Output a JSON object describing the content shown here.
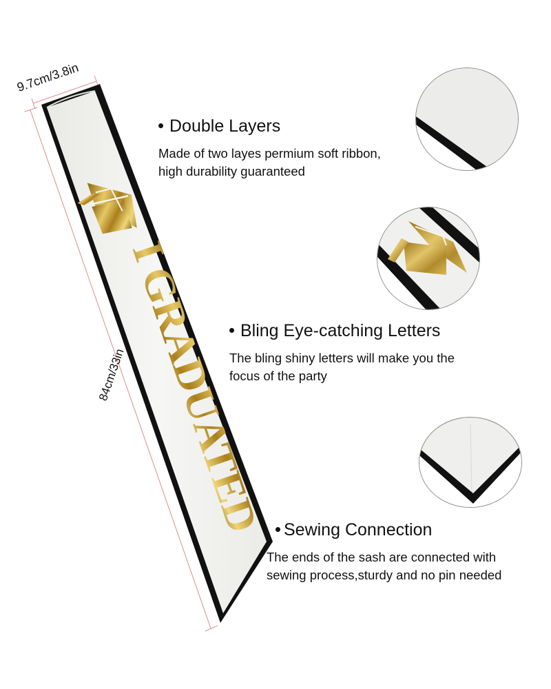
{
  "dimensions": {
    "width_label": "9.7cm/3.8in",
    "length_label": "84cm/33in"
  },
  "sash": {
    "text": "I GRADUATED",
    "icon": "graduation-cap-icon",
    "colors": {
      "fabric": "#f2f2f0",
      "border": "#111111",
      "gold": "#c8a02a",
      "dimension_line": "#e28a8a"
    }
  },
  "features": [
    {
      "title": "Double Layers",
      "description_lines": [
        "Made of two layes permium soft ribbon,",
        "high durability guaranteed"
      ]
    },
    {
      "title": "Bling Eye-catching Letters",
      "description_lines": [
        "The bling shiny letters will make you the",
        "focus of the party"
      ]
    },
    {
      "title": "Sewing Connection",
      "description_lines": [
        "The ends of the sash are connected with",
        "sewing process,sturdy and no pin needed"
      ]
    }
  ],
  "detail_circles": [
    {
      "name": "double-layer-closeup"
    },
    {
      "name": "gold-letters-closeup"
    },
    {
      "name": "sewing-end-closeup"
    }
  ]
}
